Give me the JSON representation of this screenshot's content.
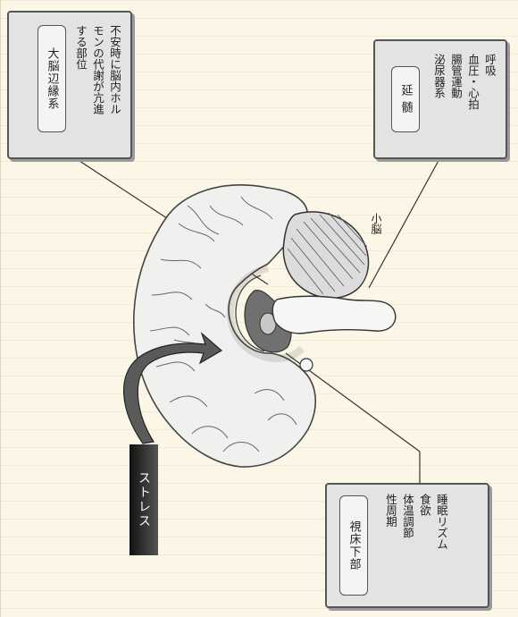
{
  "limbic": {
    "title": "大脳辺縁系",
    "body": "不安時に脳内ホル\nモンの代謝が亢進\nする部位"
  },
  "medulla": {
    "title": "延 髄",
    "body": "呼吸\n血圧・心拍\n腸管運動\n泌尿器系"
  },
  "hypothalamus": {
    "title": "視床下部",
    "body": "睡眠リズム\n食欲\n体温調節\n性周期"
  },
  "stress_label": "ストレス",
  "cerebellum_label": "小脳"
}
